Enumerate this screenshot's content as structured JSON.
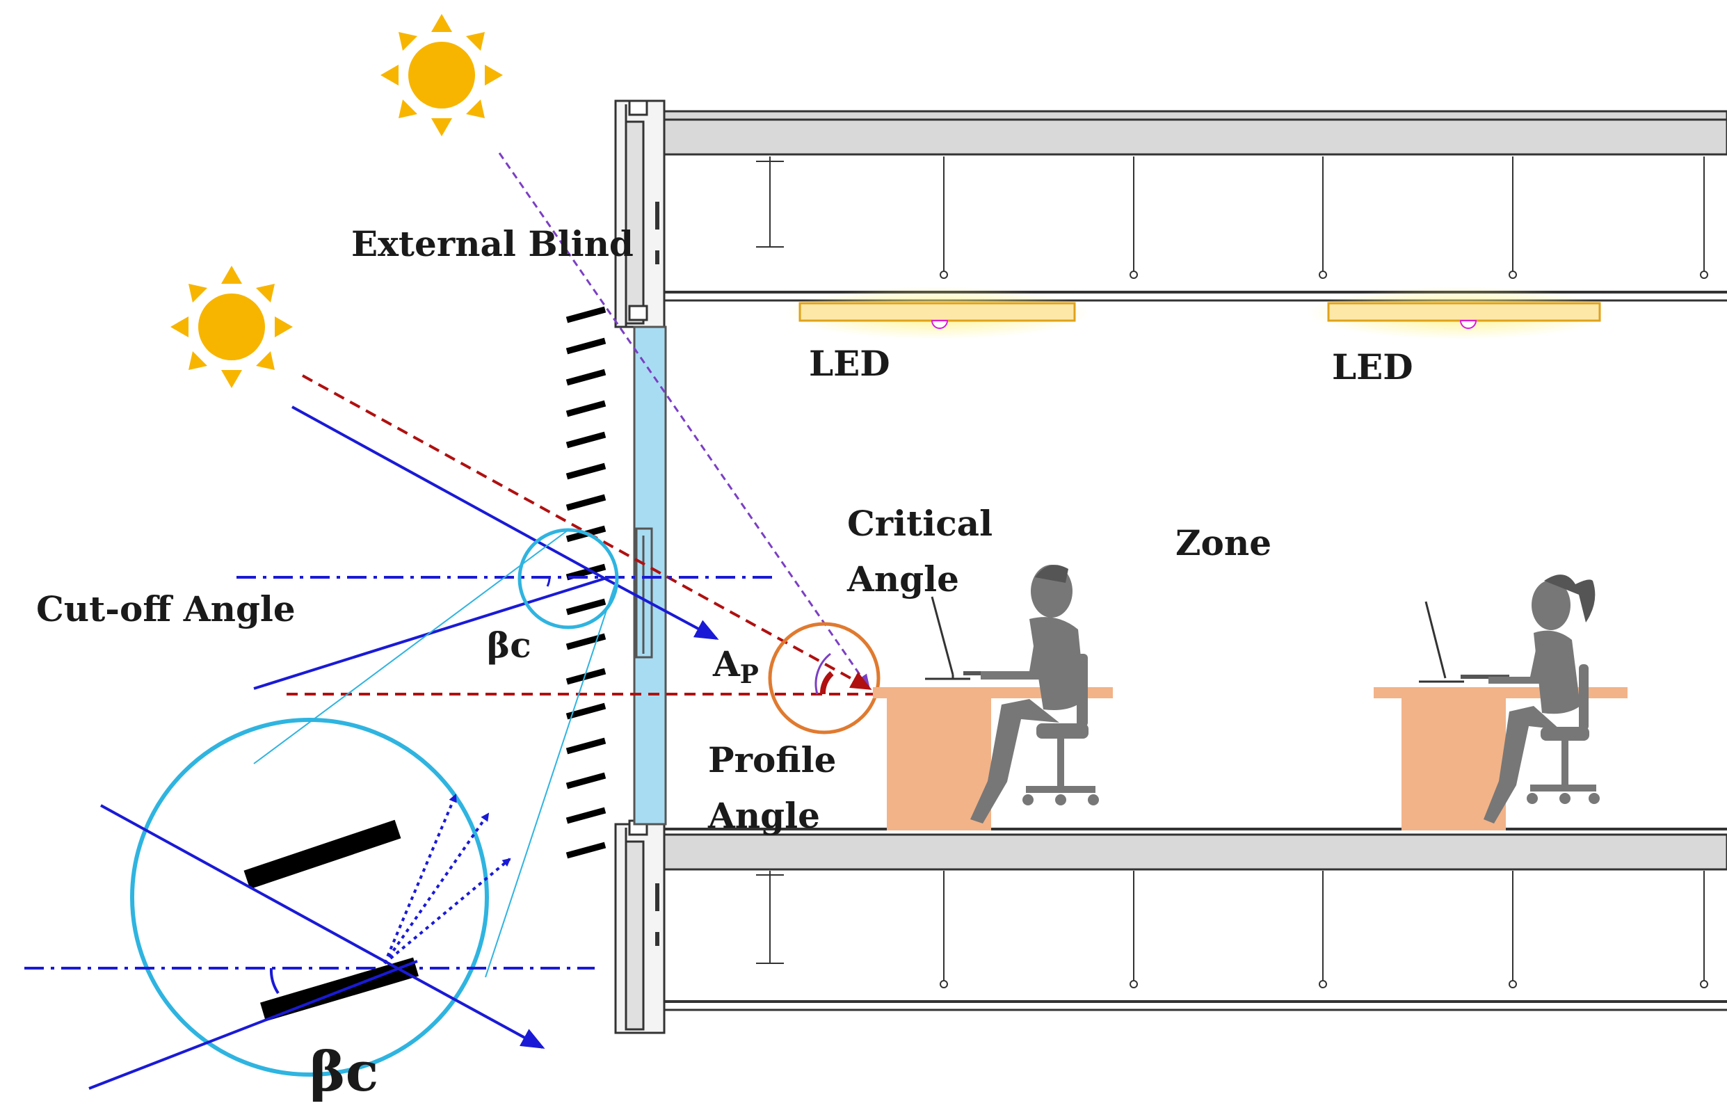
{
  "labels": {
    "external_blind": "External Blind",
    "led_1": "LED",
    "led_2": "LED",
    "critical_angle_line1": "Critical",
    "critical_angle_line2": "Angle",
    "zone": "Zone",
    "cutoff_angle": "Cut-off Angle",
    "beta_c_small": "βc",
    "beta_c_large": "βc",
    "ap_main": "A",
    "ap_sub": "P",
    "profile_angle_line1": "Profile",
    "profile_angle_line2": "Angle"
  },
  "icons": [
    "sun-icon",
    "sun-icon",
    "person-male-icon",
    "person-female-icon",
    "monitor-icon",
    "office-chair-icon",
    "desk-icon",
    "led-luminaire-icon"
  ],
  "colors": {
    "sun": "#f7b500",
    "glass": "#a8dcf2",
    "blind_slat": "#000000",
    "sun_ray": "#1a1ad6",
    "profile_ray": "#b01010",
    "critical_ray": "#7b3fc4",
    "zoom_circle": "#2fb4e0",
    "profile_circle": "#e07a2f",
    "desk": "#f2b388",
    "person": "#777777",
    "led": "#fde8a8",
    "led_glow": "#fff27a",
    "structure": "#333333"
  }
}
